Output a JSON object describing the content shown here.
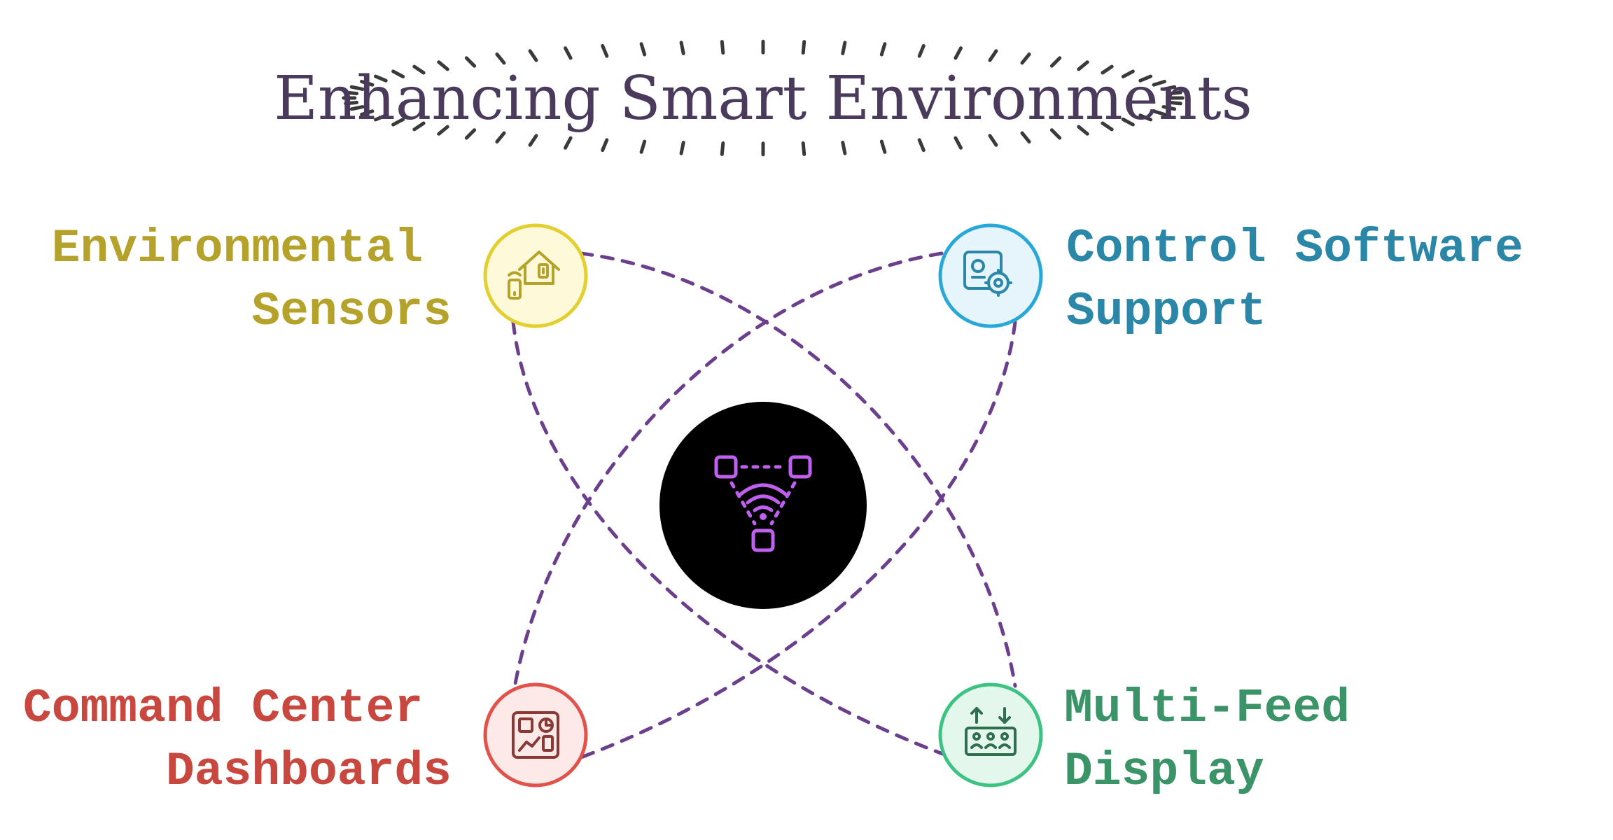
{
  "title": "Enhancing Smart Environments",
  "center": {
    "icon": "network-wifi-icon",
    "color": "#c060f0",
    "fill": "#000000"
  },
  "nodes": [
    {
      "id": "environmental-sensors",
      "lines": [
        "Environmental",
        "Sensors"
      ],
      "color": "#b5a22a",
      "fill": "#fdf9d9",
      "stroke": "#e3cf2f",
      "icon": "smart-home-sensor-icon"
    },
    {
      "id": "control-software-support",
      "lines": [
        "Control Software",
        "Support"
      ],
      "color": "#2b87a8",
      "fill": "#e6f4fb",
      "stroke": "#28a7d9",
      "icon": "software-settings-icon"
    },
    {
      "id": "command-center-dashboards",
      "lines": [
        "Command Center",
        "Dashboards"
      ],
      "color": "#c8473f",
      "fill": "#fde9e7",
      "stroke": "#e0524a",
      "icon": "dashboard-icon"
    },
    {
      "id": "multi-feed-display",
      "lines": [
        "Multi-Feed",
        "Display"
      ],
      "color": "#3b9468",
      "fill": "#e4f7ec",
      "stroke": "#3cc383",
      "icon": "multi-feed-display-icon"
    }
  ],
  "colors": {
    "orbit": "#6b3f8c",
    "title": "#4a3a5c",
    "rays": "#3a3a3a"
  }
}
